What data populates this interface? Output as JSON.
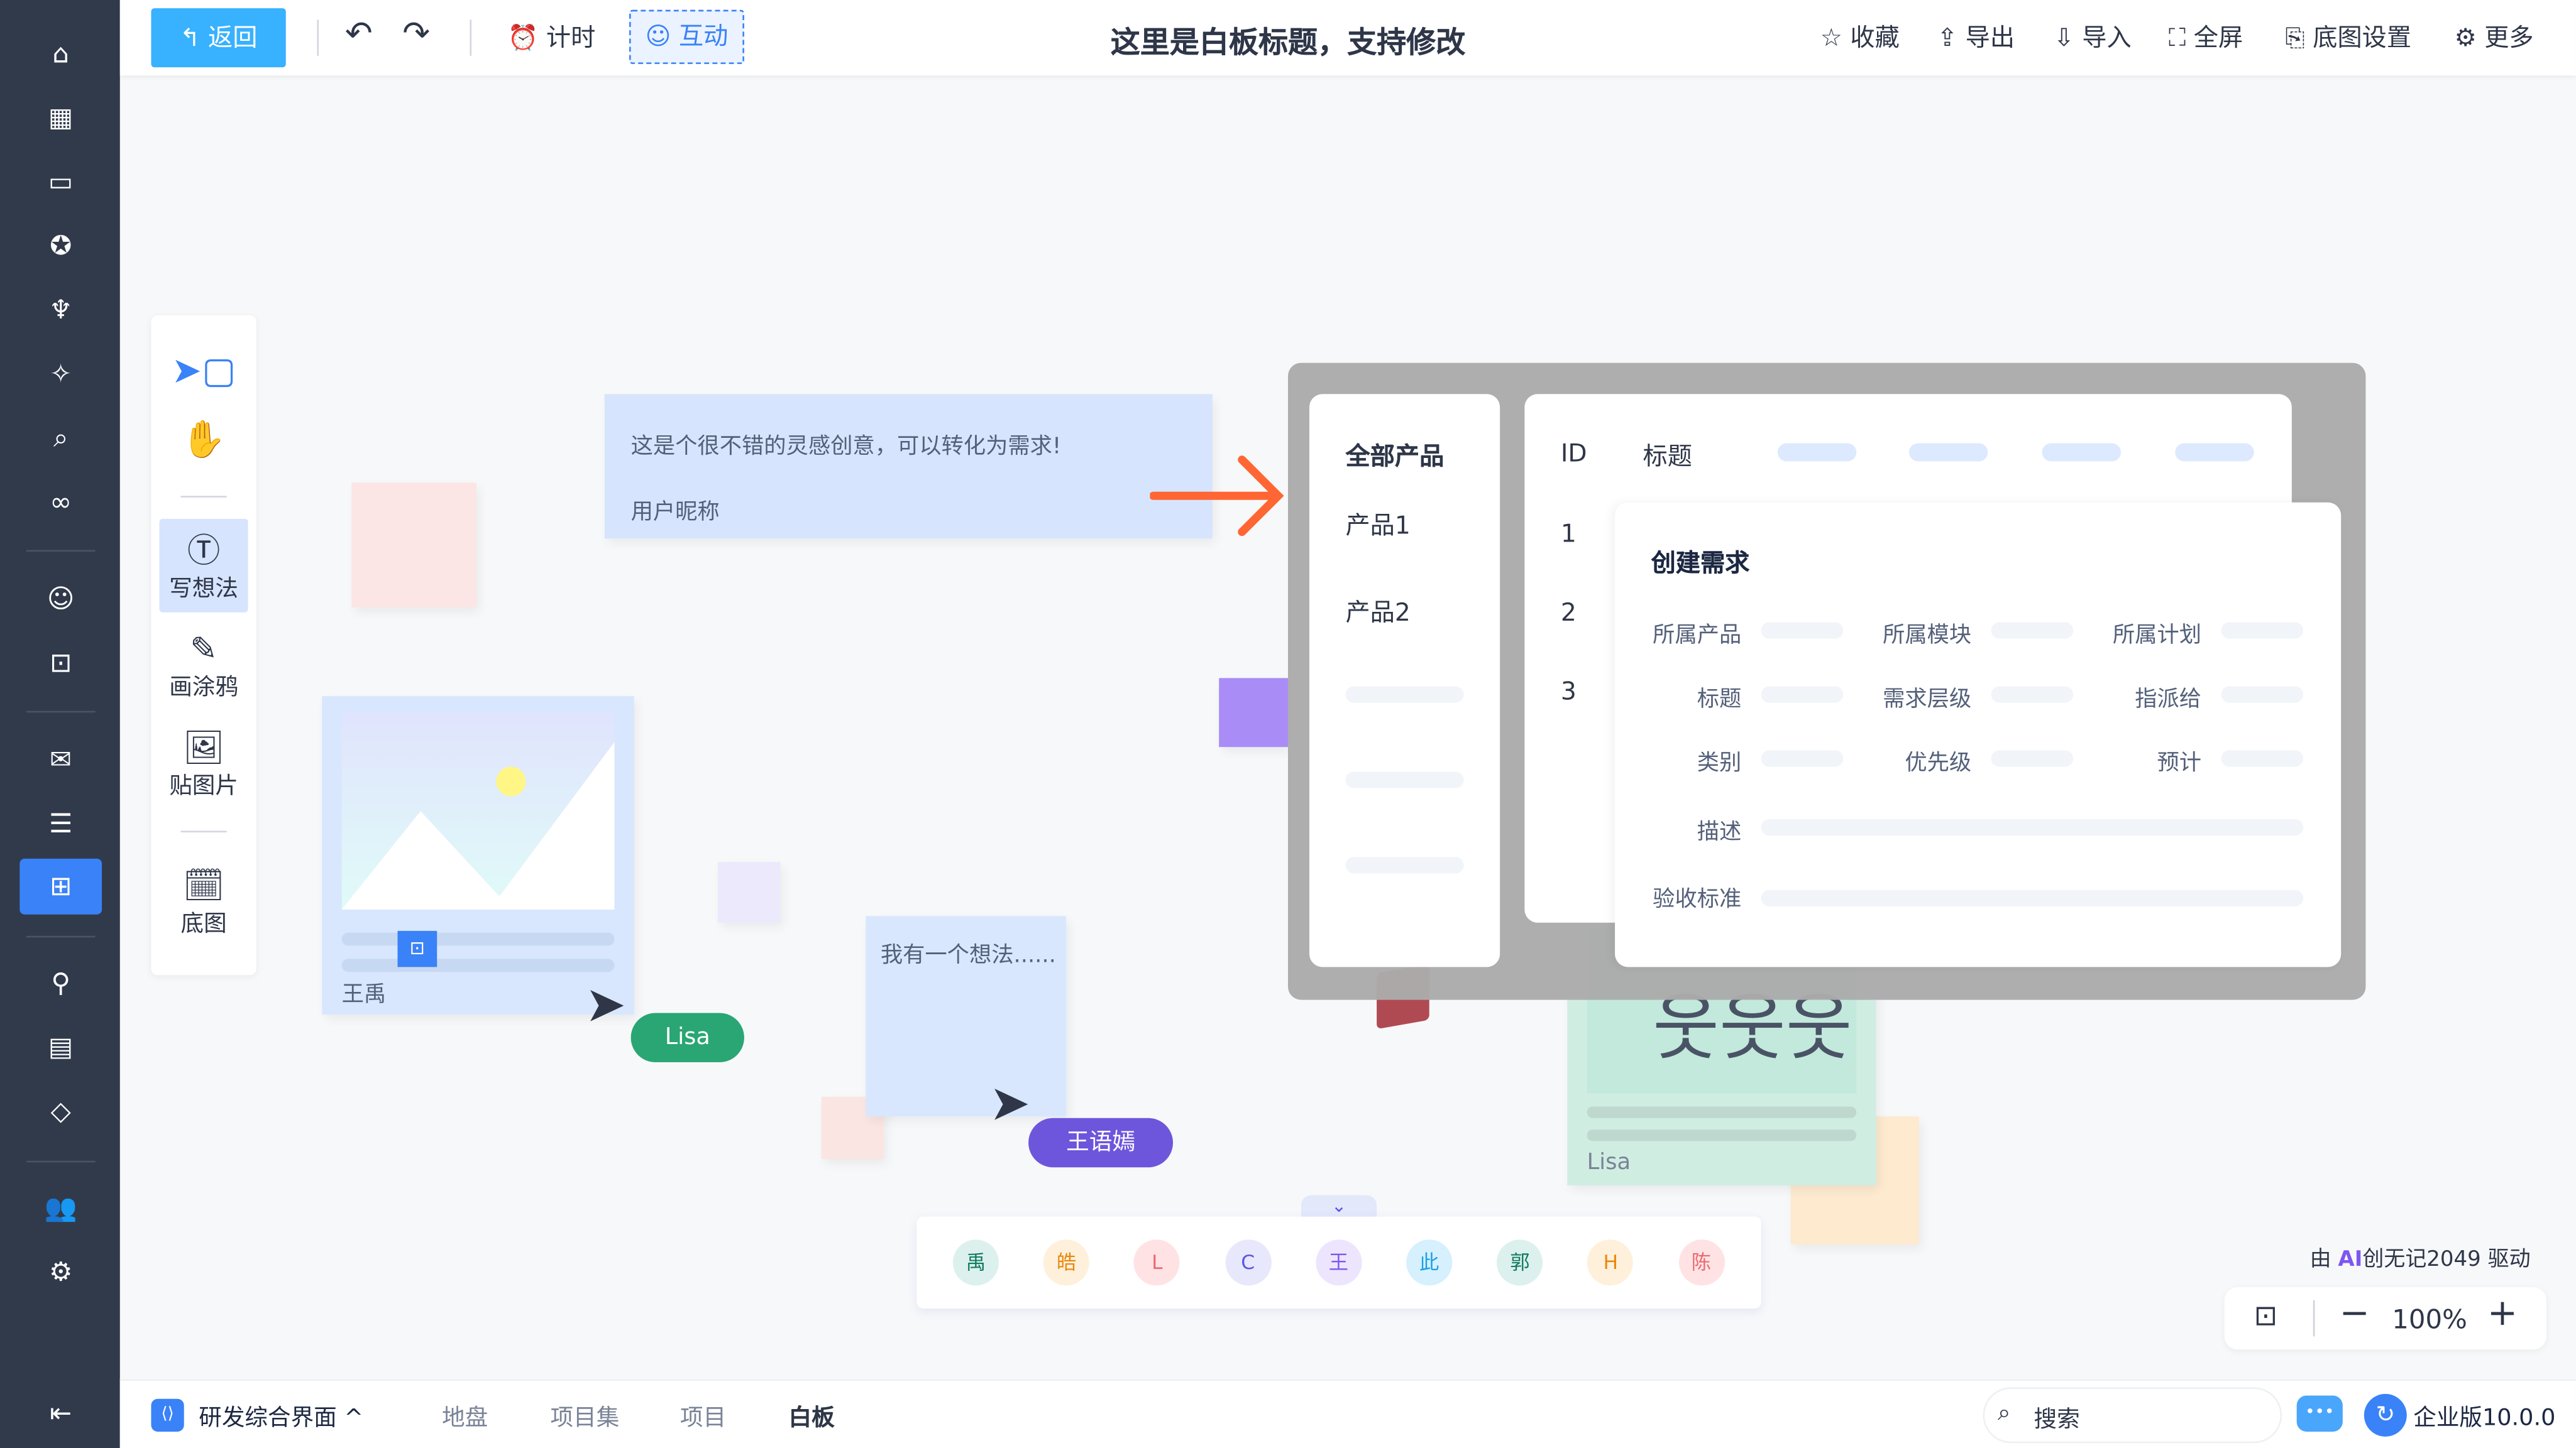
{
  "nav": {
    "icons": [
      "home-icon",
      "grid-icon",
      "train-icon",
      "bulb-icon",
      "rocket-icon",
      "sparkle-icon",
      "search-icon",
      "infinity-icon",
      "robot-icon",
      "presentation-icon",
      "inbox-icon",
      "layers-icon",
      "whiteboard-icon",
      "flow-icon",
      "document-icon",
      "diamond-icon",
      "users-icon",
      "gear-icon",
      "collapse-icon"
    ],
    "glyphs": [
      "⌂",
      "▦",
      "▭",
      "✪",
      "♆",
      "✧",
      "⌕",
      "∞",
      "☺",
      "⊡",
      "✉",
      "☰",
      "⊞",
      "⚲",
      "▤",
      "◇",
      "👥",
      "⚙",
      "⇤"
    ]
  },
  "toolbar": {
    "back": "返回",
    "undo": "↶",
    "redo": "↷",
    "timer": "计时",
    "interact": "互动",
    "title": "这里是白板标题，支持修改",
    "right": [
      {
        "icon": "☆",
        "label": "收藏"
      },
      {
        "icon": "⇪",
        "label": "导出"
      },
      {
        "icon": "⇩",
        "label": "导入"
      },
      {
        "icon": "⛶",
        "label": "全屏"
      },
      {
        "icon": "⎘",
        "label": "底图设置"
      },
      {
        "icon": "⚙",
        "label": "更多"
      }
    ]
  },
  "tools": {
    "write": "写想法",
    "draw": "画涂鸦",
    "image": "贴图片",
    "base": "底图"
  },
  "canvas": {
    "note1_text": "这是个很不错的灵感创意，可以转化为需求!",
    "note1_user": "用户昵称",
    "card_user": "王禹",
    "note2_text": "我有一个想法......",
    "cursor1": "Lisa",
    "cursor2": "王语嫣",
    "card2_user": "Lisa"
  },
  "product": {
    "header": "全部产品",
    "items": [
      "产品1",
      "产品2"
    ]
  },
  "table": {
    "col_id": "ID",
    "col_title": "标题",
    "rows": [
      "1",
      "2",
      "3"
    ]
  },
  "form": {
    "title": "创建需求",
    "fields": [
      "所属产品",
      "所属模块",
      "所属计划",
      "标题",
      "需求层级",
      "指派给",
      "类别",
      "优先级",
      "预计"
    ],
    "desc": "描述",
    "accept": "验收标准"
  },
  "avatars": [
    {
      "t": "禹",
      "c": "#0f7a5f",
      "b": "#dcf1ee"
    },
    {
      "t": "皓",
      "c": "#e8890c",
      "b": "#fff0dc"
    },
    {
      "t": "L",
      "c": "#e96a72",
      "b": "#ffe3e4"
    },
    {
      "t": "C",
      "c": "#5a55e6",
      "b": "#e8e8fc"
    },
    {
      "t": "王",
      "c": "#7d57f0",
      "b": "#ede5fd"
    },
    {
      "t": "此",
      "c": "#1ca1e6",
      "b": "#d6f0fd"
    },
    {
      "t": "郭",
      "c": "#0f7a5f",
      "b": "#dcf1ee"
    },
    {
      "t": "H",
      "c": "#e8890c",
      "b": "#fff0dc"
    },
    {
      "t": "陈",
      "c": "#e96a72",
      "b": "#ffe3e4"
    }
  ],
  "powered": {
    "prefix": "由",
    "brand": "创无记2049",
    "suffix": "驱动"
  },
  "zoom": {
    "value": "100%"
  },
  "bottom": {
    "workspace": "研发综合界面",
    "crumbs": [
      "地盘",
      "项目集",
      "项目",
      "白板"
    ],
    "search_placeholder": "搜索",
    "version": "企业版10.0.0"
  }
}
